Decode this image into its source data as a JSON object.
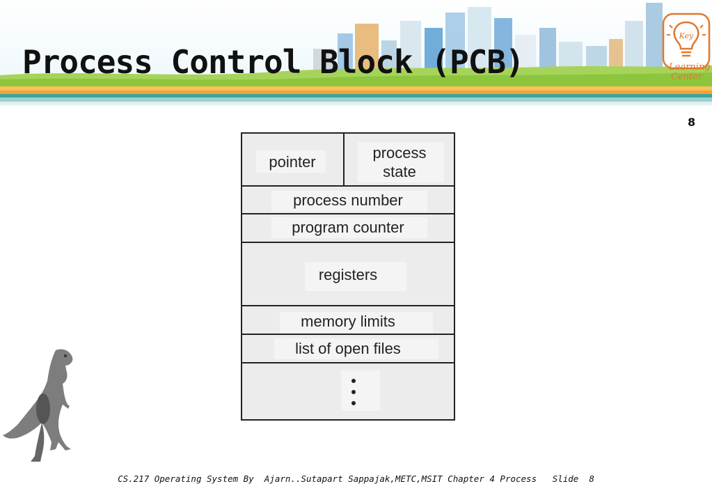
{
  "slide": {
    "title": "Process Control Block (PCB)",
    "slide_number_top": "8",
    "logo": {
      "badge_text": "Key",
      "line1": "Learning",
      "line2": "Center"
    },
    "pcb_fields": {
      "pointer": "pointer",
      "process_state_line1": "process",
      "process_state_line2": "state",
      "process_number": "process number",
      "program_counter": "program counter",
      "registers": "registers",
      "memory_limits": "memory limits",
      "open_files": "list of open files"
    },
    "footer": {
      "course": "CS.217 Operating System By  Ajarn..Sutapart Sappajak,METC,MSIT Chapter 4 Process",
      "slide_label": "Slide  8"
    }
  },
  "colors": {
    "banner_orange": "#f4a23a",
    "banner_teal": "#3aa6a0",
    "grass_green": "#8cc63f",
    "logo_orange": "#e2782b",
    "table_fill": "#ececec",
    "table_border": "#222222"
  },
  "icons": [
    "city-skyline-illustration",
    "lightbulb-logo-icon",
    "dinosaur-illustration"
  ]
}
